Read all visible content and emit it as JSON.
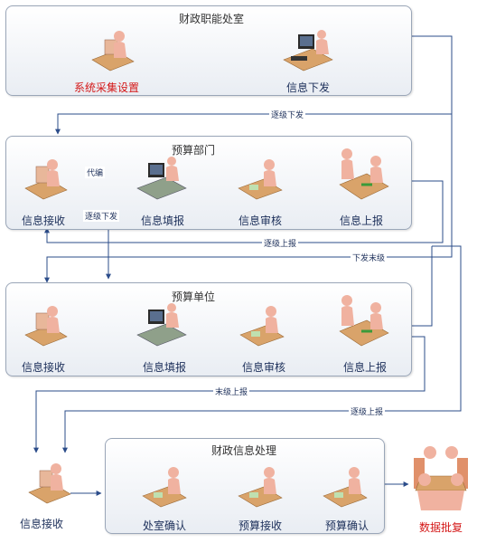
{
  "panels": {
    "p1": {
      "title": "财政职能处室",
      "labels": [
        "系统采集设置",
        "信息下发"
      ]
    },
    "p2": {
      "title": "预算部门",
      "labels": [
        "信息接收",
        "信息填报",
        "信息审核",
        "信息上报"
      ]
    },
    "p3": {
      "title": "预算单位",
      "labels": [
        "信息接收",
        "信息填报",
        "信息审核",
        "信息上报"
      ]
    },
    "p4": {
      "title": "财政信息处理",
      "labels": [
        "处室确认",
        "预算接收",
        "预算确认"
      ]
    }
  },
  "outside": {
    "receive": "信息接收",
    "approve": "数据批复"
  },
  "flows": {
    "down1": "逐级下发",
    "proxy": "代编",
    "down2": "逐级下发",
    "up1": "逐级上报",
    "down_end": "下发末级",
    "up_end": "末级上报",
    "up2": "逐级上报"
  },
  "colors": {
    "line": "#2b4c8a",
    "red_label": "#d41818",
    "label": "#1c2f5a"
  }
}
